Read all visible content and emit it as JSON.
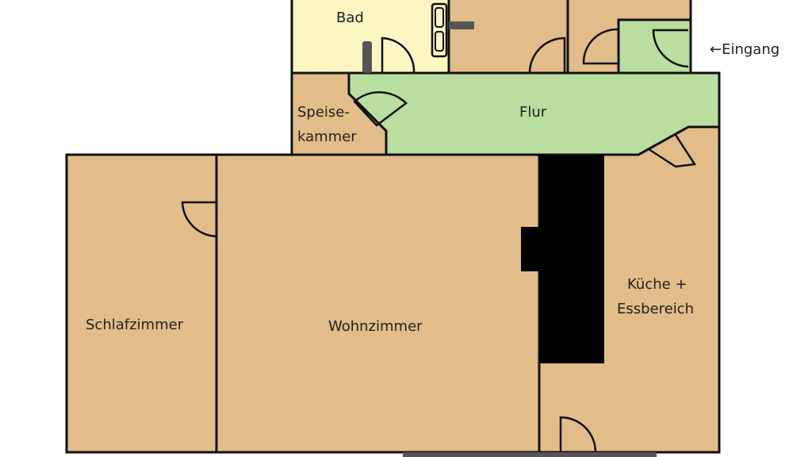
{
  "title": "Grundriss",
  "rooms": {
    "bad": "Bad",
    "flur": "Flur",
    "speisekammer_1": "Speise-",
    "speisekammer_2": "kammer",
    "schlafzimmer": "Schlafzimmer",
    "wohnzimmer": "Wohnzimmer",
    "kueche_1": "Küche +",
    "kueche_2": "Essbereich"
  },
  "entrance_label": "←Eingang",
  "colors": {
    "room": "#e2bd89",
    "bath": "#fbf6c2",
    "hall": "#b9dea0",
    "chimney": "#000000",
    "window": "#555555"
  }
}
